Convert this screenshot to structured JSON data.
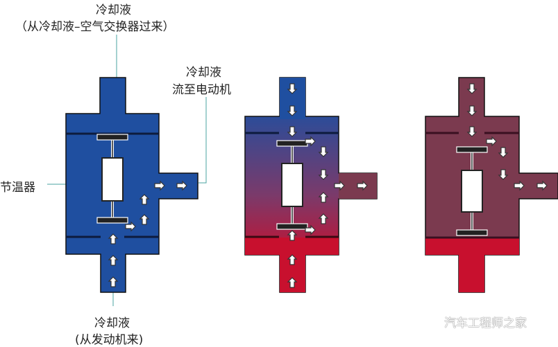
{
  "labels": {
    "top_title": "冷却液",
    "top_subtitle": "（从冷却液–空气交换器过来）",
    "outlet_line1": "冷却液",
    "outlet_line2": "流至电动机",
    "thermostat": "节温器",
    "bottom_title": "冷却液",
    "bottom_subtitle": "(从发动机来)"
  },
  "watermark": "汽车工程师之家",
  "colors": {
    "cold": "#1f4fa0",
    "mixed": "#7b3a4f",
    "hot": "#c8102e",
    "leader": "#4aa3a0"
  }
}
